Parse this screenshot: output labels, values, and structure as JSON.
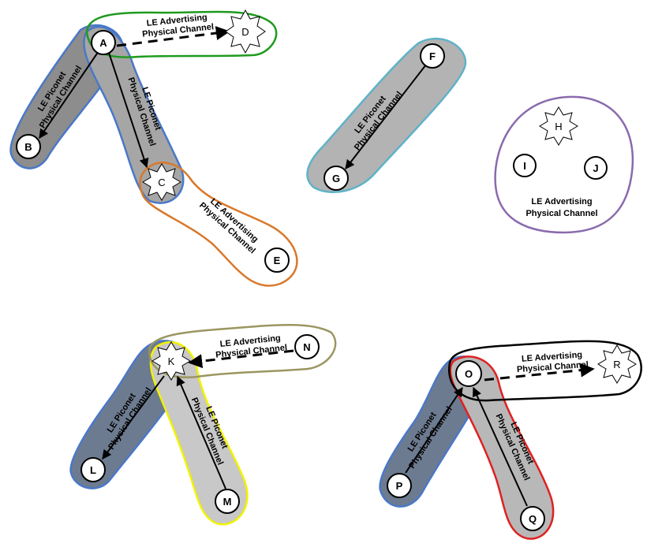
{
  "colors": {
    "piconet_region": "#a0a0a0",
    "piconet_region_dark": "#6d6d6d",
    "adv_region": "#c8c8c8",
    "outline_blue": "#4a78c8",
    "outline_green": "#1f9a1f",
    "outline_orange": "#d9782a",
    "outline_teal": "#5fb2c8",
    "outline_purple": "#8a6aae",
    "outline_olive": "#9a9660",
    "outline_yellow": "#f2f200",
    "outline_red": "#e02020",
    "outline_black": "#000000"
  },
  "channel_labels": {
    "piconet_line1": "LE Piconet",
    "piconet_line2": "Physical Channel",
    "advertising_line1": "LE Advertising",
    "advertising_line2": "Physical Channel"
  },
  "nodes": {
    "A": "A",
    "B": "B",
    "C": "C",
    "D": "D",
    "E": "E",
    "F": "F",
    "G": "G",
    "H": "H",
    "I": "I",
    "J": "J",
    "K": "K",
    "L": "L",
    "M": "M",
    "N": "N",
    "O": "O",
    "P": "P",
    "Q": "Q",
    "R": "R"
  }
}
